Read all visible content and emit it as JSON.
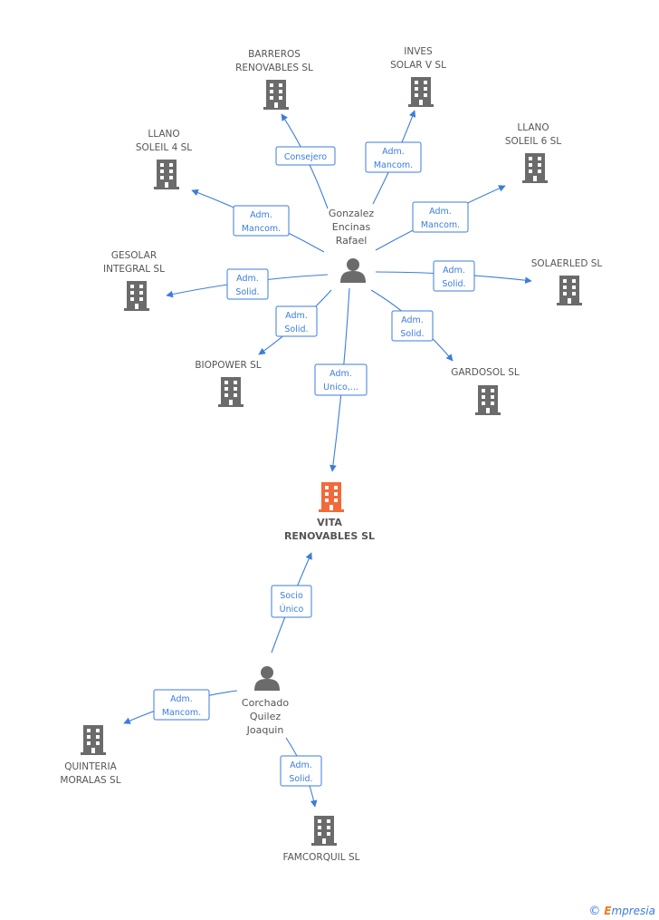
{
  "companies": {
    "vita": [
      "VITA",
      "RENOVABLES SL"
    ],
    "barreros": [
      "BARREROS",
      "RENOVABLES SL"
    ],
    "inves": [
      "INVES",
      "SOLAR V SL"
    ],
    "llano4": [
      "LLANO",
      "SOLEIL 4 SL"
    ],
    "llano6": [
      "LLANO",
      "SOLEIL 6 SL"
    ],
    "gesolar": [
      "GESOLAR",
      "INTEGRAL SL"
    ],
    "solaerled": [
      "SOLAERLED SL"
    ],
    "biopower": [
      "BIOPOWER SL"
    ],
    "gardosol": [
      "GARDOSOL SL"
    ],
    "quinteria": [
      "QUINTERIA",
      "MORALAS SL"
    ],
    "famcorquil": [
      "FAMCORQUIL SL"
    ]
  },
  "persons": {
    "gonzalez": [
      "Gonzalez",
      "Encinas",
      "Rafael"
    ],
    "corchado": [
      "Corchado",
      "Quilez",
      "Joaquin"
    ]
  },
  "edges": {
    "barreros": [
      "Consejero"
    ],
    "inves": [
      "Adm.",
      "Mancom."
    ],
    "llano4": [
      "Adm.",
      "Mancom."
    ],
    "llano6": [
      "Adm.",
      "Mancom."
    ],
    "gesolar": [
      "Adm.",
      "Solid."
    ],
    "solaerled": [
      "Adm.",
      "Solid."
    ],
    "biopower": [
      "Adm.",
      "Solid."
    ],
    "gardosol": [
      "Adm.",
      "Solid."
    ],
    "vita": [
      "Adm.",
      "Unico,..."
    ],
    "socio": [
      "Socio",
      "Único"
    ],
    "quinteria": [
      "Adm.",
      "Mancom."
    ],
    "famcorquil": [
      "Adm.",
      "Solid."
    ]
  },
  "colors": {
    "main_company": "#f26a3a",
    "company": "#6b6b6b",
    "person": "#6b6b6b",
    "edge": "#3b7ddd"
  },
  "footer": {
    "copyright": "©",
    "brand_e": "E",
    "brand_rest": "mpresia"
  }
}
